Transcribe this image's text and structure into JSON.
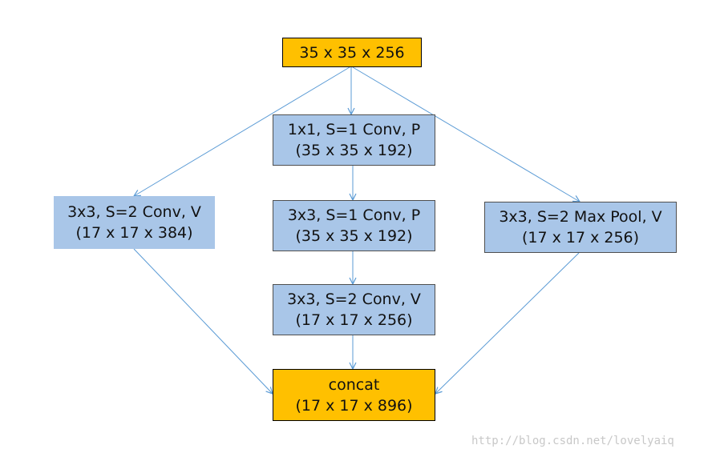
{
  "colors": {
    "input_fill": "#ffc000",
    "op_fill": "#a9c6e8",
    "edge": "#5b9bd5"
  },
  "nodes": {
    "input": {
      "line1": "35 x 35 x 256"
    },
    "conv1x1": {
      "line1": "1x1, S=1 Conv, P",
      "line2": "(35 x 35 x 192)"
    },
    "conv3x3_s1": {
      "line1": "3x3, S=1 Conv, P",
      "line2": "(35 x 35 x 192)"
    },
    "conv3x3_s2_mid": {
      "line1": "3x3, S=2 Conv, V",
      "line2": "(17 x 17 x 256)"
    },
    "conv3x3_s2_left": {
      "line1": "3x3, S=2 Conv, V",
      "line2": "(17 x 17 x 384)"
    },
    "maxpool": {
      "line1": "3x3, S=2 Max Pool, V",
      "line2": "(17 x 17 x 256)"
    },
    "concat": {
      "line1": "concat",
      "line2": "(17 x 17 x 896)"
    }
  },
  "watermark": "http://blog.csdn.net/lovelyaiq"
}
